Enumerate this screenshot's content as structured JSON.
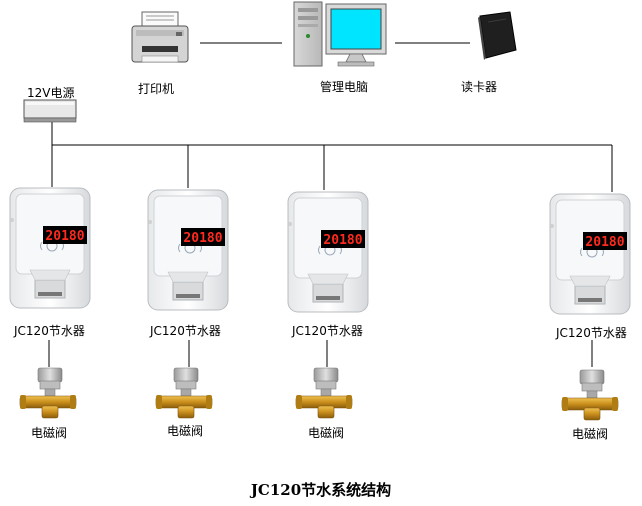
{
  "devices": {
    "printer": {
      "label": "打印机"
    },
    "computer": {
      "label": "管理电脑"
    },
    "card_reader": {
      "label": "读卡器"
    },
    "power_supply": {
      "label": "12V电源"
    }
  },
  "controllers": [
    {
      "label": "JC120节水器",
      "display": "20180",
      "valve_label": "电磁阀"
    },
    {
      "label": "JC120节水器",
      "display": "20180",
      "valve_label": "电磁阀"
    },
    {
      "label": "JC120节水器",
      "display": "20180",
      "valve_label": "电磁阀"
    },
    {
      "label": "JC120节水器",
      "display": "20180",
      "valve_label": "电磁阀"
    }
  ],
  "caption": "JC120节水系统结构",
  "colors": {
    "line": "#000000",
    "led": "#ff2a1e",
    "monitor_screen": "#00e5ff",
    "valve_brass": "#c98f1c"
  }
}
